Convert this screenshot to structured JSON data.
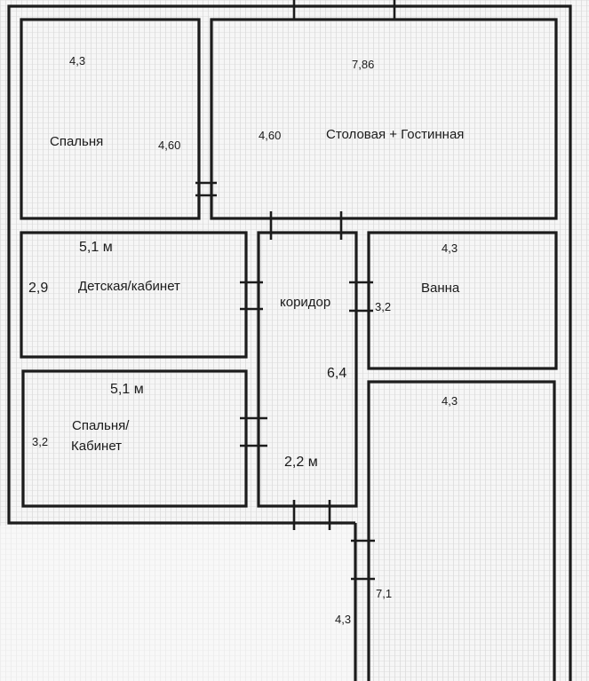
{
  "rooms": {
    "bedroom": {
      "name": "Спальня",
      "width": "4,3",
      "depth": "4,60"
    },
    "living": {
      "name": "Столовая + Гостинная",
      "width": "7,86",
      "depth": "4,60"
    },
    "kids": {
      "name": "Детская/кабинет",
      "width": "5,1 м",
      "depth": "2,9"
    },
    "corridor": {
      "name": "коридор",
      "length": "6,4",
      "width": "2,2 м"
    },
    "bath": {
      "name": "Ванна",
      "width": "4,3",
      "depth": "3,2"
    },
    "bedroom2": {
      "name_line1": "Спальня/",
      "name_line2": "Кабинет",
      "width": "5,1 м",
      "depth": "3,2"
    },
    "annex": {
      "width": "4,3",
      "length": "7,1"
    },
    "outside": {
      "width": "4,3"
    }
  },
  "colors": {
    "wall": "#1c1c1c",
    "floor_hatch": "#c9c9c9",
    "background": "#ffffff"
  }
}
